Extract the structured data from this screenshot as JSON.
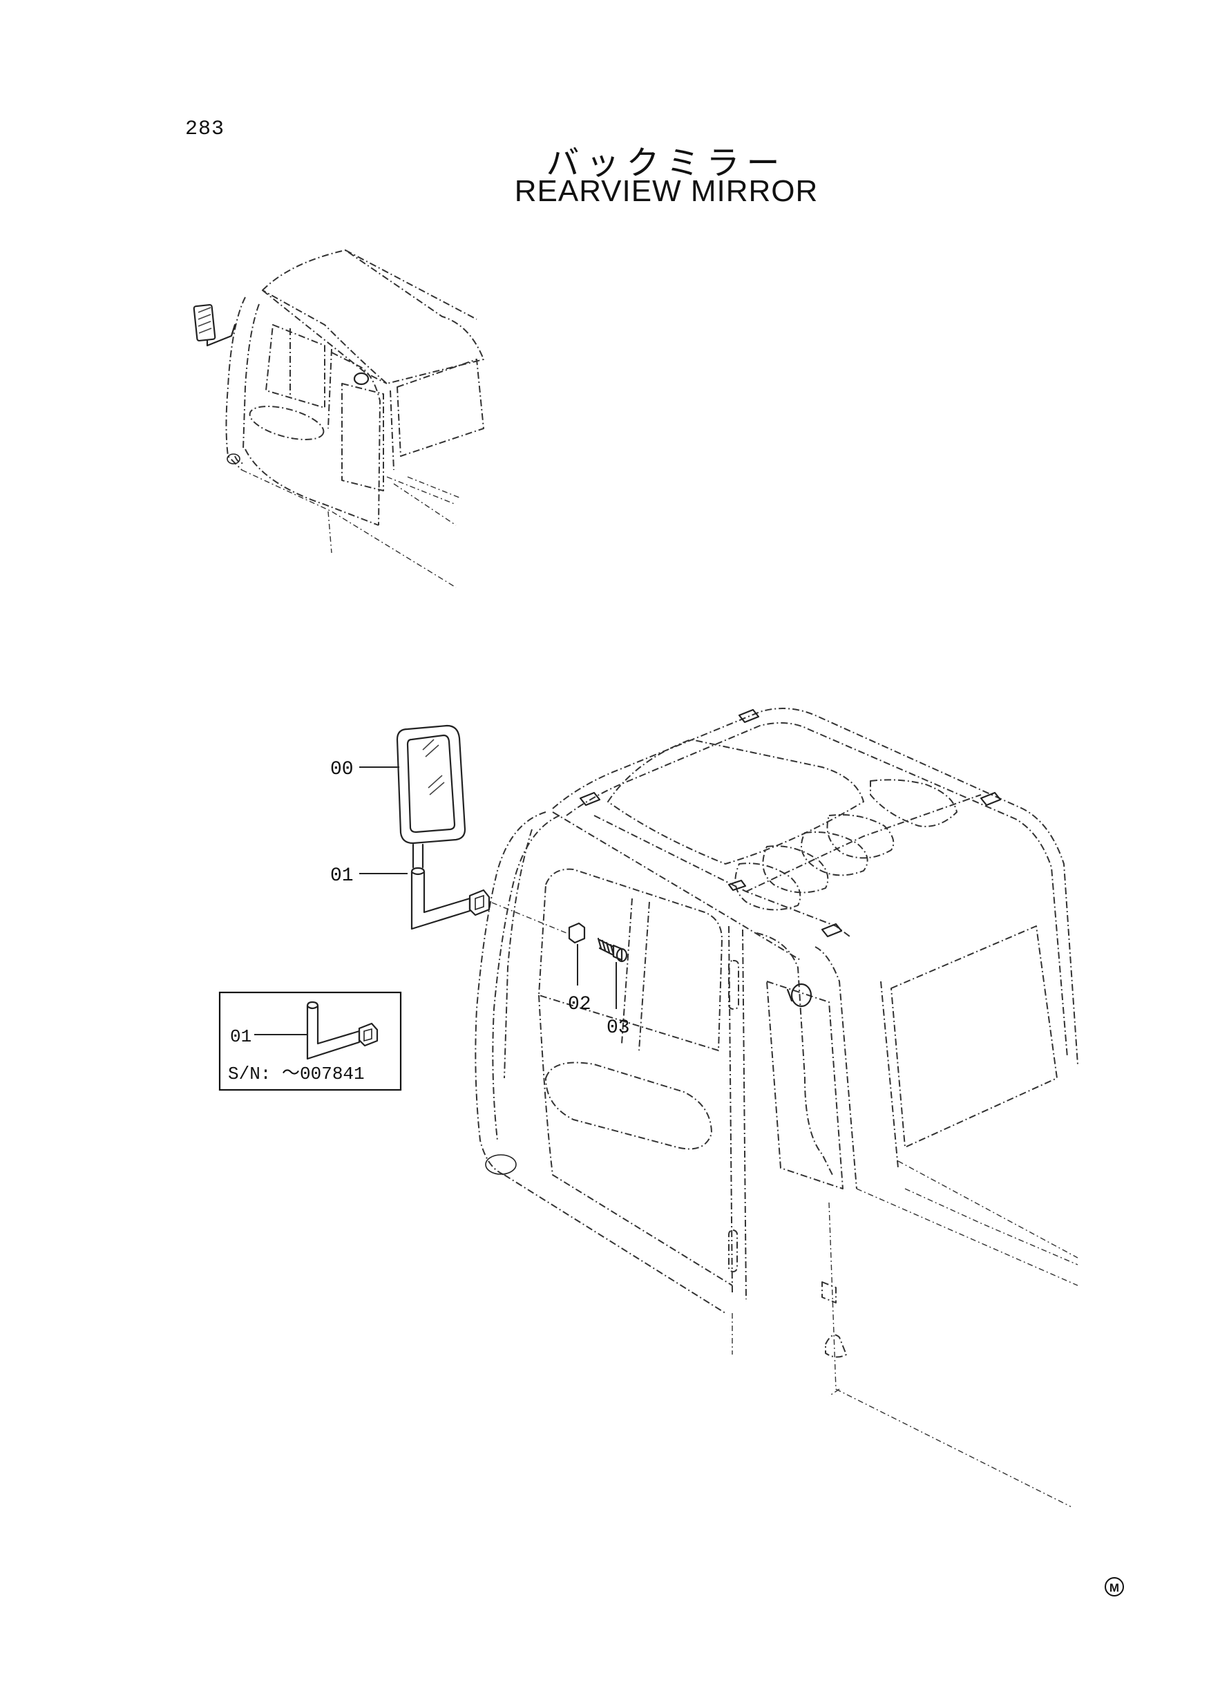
{
  "page": {
    "number": "283"
  },
  "title": {
    "japanese": "バックミラー",
    "english": "REARVIEW MIRROR"
  },
  "callouts": [
    {
      "id": "00"
    },
    {
      "id": "01"
    },
    {
      "id": "02"
    },
    {
      "id": "03"
    }
  ],
  "inset": {
    "part_id": "01",
    "serial_note": "S/N: ～007841"
  },
  "footer": {
    "mark": "M"
  }
}
